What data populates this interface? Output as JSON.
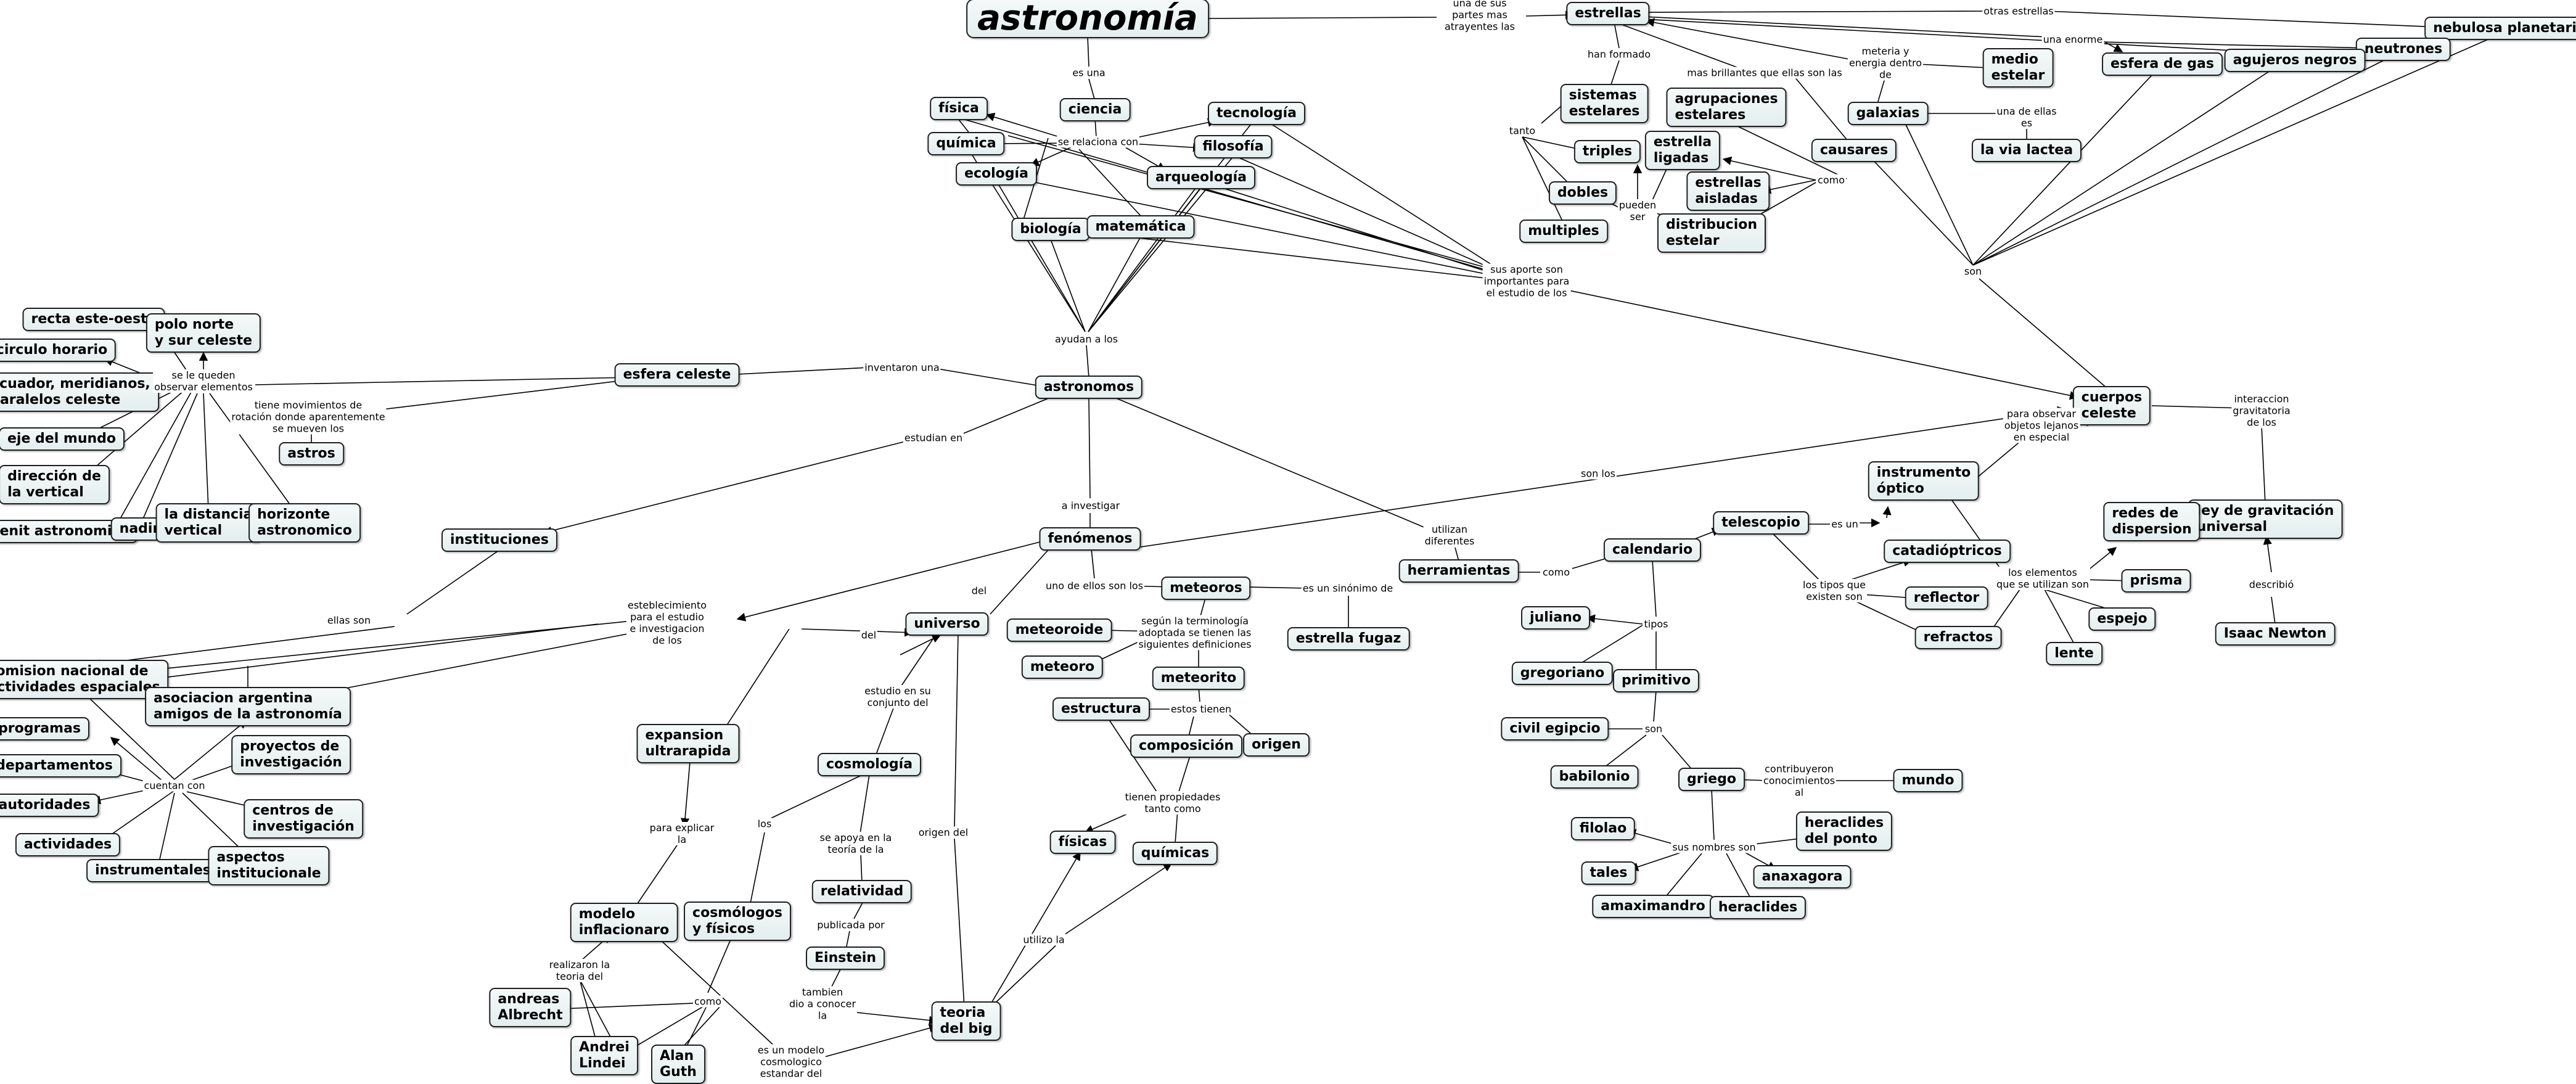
{
  "nodes": [
    {
      "id": "astronomia",
      "text": "astronomía",
      "title": true
    },
    {
      "id": "estrellas",
      "text": "estrellas"
    },
    {
      "id": "nebulosa",
      "text": "nebulosa planetaria"
    },
    {
      "id": "neutrones",
      "text": "neutrones"
    },
    {
      "id": "agujeros",
      "text": "agujeros negros"
    },
    {
      "id": "esferagas",
      "text": "esfera de gas"
    },
    {
      "id": "medio",
      "text": "medio\nestelar"
    },
    {
      "id": "galaxias",
      "text": "galaxias"
    },
    {
      "id": "lactea",
      "text": "la via lactea"
    },
    {
      "id": "causares",
      "text": "causares"
    },
    {
      "id": "sistemas",
      "text": "sistemas\nestelares"
    },
    {
      "id": "agrupaciones",
      "text": "agrupaciones\nestelares"
    },
    {
      "id": "triples",
      "text": "triples"
    },
    {
      "id": "ligadas",
      "text": "estrella\nligadas"
    },
    {
      "id": "dobles",
      "text": "dobles"
    },
    {
      "id": "aisladas",
      "text": "estrellas\naisladas"
    },
    {
      "id": "multiples",
      "text": "multiples"
    },
    {
      "id": "distribucion",
      "text": "distribucion\nestelar"
    },
    {
      "id": "fisica",
      "text": "física"
    },
    {
      "id": "ciencia",
      "text": "ciencia"
    },
    {
      "id": "tecnologia",
      "text": "tecnología"
    },
    {
      "id": "quimica",
      "text": "química"
    },
    {
      "id": "filosofia",
      "text": "filosofía"
    },
    {
      "id": "ecologia",
      "text": "ecología"
    },
    {
      "id": "arqueologia",
      "text": "arqueología"
    },
    {
      "id": "biologia",
      "text": "biología"
    },
    {
      "id": "matematica",
      "text": "matemática"
    },
    {
      "id": "astronomos",
      "text": "astronomos"
    },
    {
      "id": "cuerpos",
      "text": "cuerpos\nceleste"
    },
    {
      "id": "esfera",
      "text": "esfera celeste"
    },
    {
      "id": "recta",
      "text": "recta este-oeste"
    },
    {
      "id": "polo",
      "text": "polo norte\ny sur celeste"
    },
    {
      "id": "circulo",
      "text": "circulo horario"
    },
    {
      "id": "ecuador",
      "text": "ecuador, meridianos,\nparalelos celeste"
    },
    {
      "id": "eje",
      "text": "eje del mundo"
    },
    {
      "id": "direccion",
      "text": "dirección de\nla vertical"
    },
    {
      "id": "astros",
      "text": "astros"
    },
    {
      "id": "cenit",
      "text": "cenit astronomico"
    },
    {
      "id": "nadir",
      "text": "nadir"
    },
    {
      "id": "distancia",
      "text": "la distancia\nvertical"
    },
    {
      "id": "horizonte",
      "text": "horizonte\nastronomico"
    },
    {
      "id": "instituciones",
      "text": "instituciones"
    },
    {
      "id": "fenomenos",
      "text": "fenómenos"
    },
    {
      "id": "instrumento",
      "text": "instrumento\nóptico"
    },
    {
      "id": "telescopio",
      "text": "telescopio"
    },
    {
      "id": "calendario",
      "text": "calendario"
    },
    {
      "id": "herramientas",
      "text": "herramientas"
    },
    {
      "id": "leygrav",
      "text": "ley de gravitación\nuniversal"
    },
    {
      "id": "redes",
      "text": "redes de\ndispersion"
    },
    {
      "id": "catadioptricos",
      "text": "catadióptricos"
    },
    {
      "id": "prisma",
      "text": "prisma"
    },
    {
      "id": "reflector",
      "text": "reflector"
    },
    {
      "id": "espejo",
      "text": "espejo"
    },
    {
      "id": "refractos",
      "text": "refractos"
    },
    {
      "id": "lente",
      "text": "lente"
    },
    {
      "id": "newton",
      "text": "Isaac Newton"
    },
    {
      "id": "juliano",
      "text": "juliano"
    },
    {
      "id": "gregoriano",
      "text": "gregoriano"
    },
    {
      "id": "primitivo",
      "text": "primitivo"
    },
    {
      "id": "egipcio",
      "text": "civil egipcio"
    },
    {
      "id": "babilonio",
      "text": "babilonio"
    },
    {
      "id": "griego",
      "text": "griego"
    },
    {
      "id": "mundo",
      "text": "mundo"
    },
    {
      "id": "filolao",
      "text": "filolao"
    },
    {
      "id": "heraclidesp",
      "text": "heraclides\ndel ponto"
    },
    {
      "id": "tales",
      "text": "tales"
    },
    {
      "id": "anaxagora",
      "text": "anaxagora"
    },
    {
      "id": "amaximandro",
      "text": "amaximandro"
    },
    {
      "id": "heraclides",
      "text": "heraclides"
    },
    {
      "id": "universo",
      "text": "universo"
    },
    {
      "id": "meteoros",
      "text": "meteoros"
    },
    {
      "id": "fugaz",
      "text": "estrella fugaz"
    },
    {
      "id": "meteoroide",
      "text": "meteoroide"
    },
    {
      "id": "meteoro",
      "text": "meteoro"
    },
    {
      "id": "meteorito",
      "text": "meteorito"
    },
    {
      "id": "estructura",
      "text": "estructura"
    },
    {
      "id": "composicion",
      "text": "composición"
    },
    {
      "id": "origen",
      "text": "origen"
    },
    {
      "id": "fisicas",
      "text": "físicas"
    },
    {
      "id": "quimicas",
      "text": "químicas"
    },
    {
      "id": "comision",
      "text": "comision nacional de\nactividades espaciales"
    },
    {
      "id": "asociacion",
      "text": "asociacion argentina\namigos de la astronomía"
    },
    {
      "id": "programas",
      "text": "programas"
    },
    {
      "id": "departamentos",
      "text": "departamentos"
    },
    {
      "id": "proyectos",
      "text": "proyectos de\ninvestigación"
    },
    {
      "id": "autoridades",
      "text": "autoridades"
    },
    {
      "id": "centros",
      "text": "centros de\ninvestigación"
    },
    {
      "id": "actividades",
      "text": "actividades"
    },
    {
      "id": "instrumentales",
      "text": "instrumentales"
    },
    {
      "id": "aspectos",
      "text": "aspectos\ninstitucionale"
    },
    {
      "id": "expansion",
      "text": "expansion\nultrarapida"
    },
    {
      "id": "cosmologia",
      "text": "cosmología"
    },
    {
      "id": "relatividad",
      "text": "relatividad"
    },
    {
      "id": "einstein",
      "text": "Einstein"
    },
    {
      "id": "modelo",
      "text": "modelo\ninflacionaro"
    },
    {
      "id": "cosmologos",
      "text": "cosmólogos\ny físicos"
    },
    {
      "id": "andreas",
      "text": "andreas\nAlbrecht"
    },
    {
      "id": "andrei",
      "text": "Andrei\nLindei"
    },
    {
      "id": "alan",
      "text": "Alan\nGuth"
    },
    {
      "id": "teoria",
      "text": "teoria\ndel big"
    }
  ],
  "labels": [
    {
      "id": "l_aporte",
      "text": "una de sus\npartes mas\natrayentes las"
    },
    {
      "id": "l_esuna",
      "text": "es una"
    },
    {
      "id": "l_otras",
      "text": "otras estrellas"
    },
    {
      "id": "l_enorme",
      "text": "una enorme"
    },
    {
      "id": "l_materia",
      "text": "meteria y\nenergia dentro\nde"
    },
    {
      "id": "l_brillantes",
      "text": "mas brillantes que ellas son las"
    },
    {
      "id": "l_unadeellas",
      "text": "una de ellas\nes"
    },
    {
      "id": "l_hanformado",
      "text": "han formado"
    },
    {
      "id": "l_tanto",
      "text": "tanto"
    },
    {
      "id": "l_pueden",
      "text": "pueden\nser"
    },
    {
      "id": "l_como_est",
      "text": "como"
    },
    {
      "id": "l_son_top",
      "text": "son"
    },
    {
      "id": "l_relaciona",
      "text": "se relaciona con"
    },
    {
      "id": "l_susaporte",
      "text": "sus aporte son\nimportantes para\nel estudio de los"
    },
    {
      "id": "l_ayudan",
      "text": "ayudan a los"
    },
    {
      "id": "l_inventaron",
      "text": "inventaron una"
    },
    {
      "id": "l_observar",
      "text": "se le queden\nobservar elementos"
    },
    {
      "id": "l_tienemov",
      "text": "tiene movimientos de\nrotación donde aparentemente\nse mueven los"
    },
    {
      "id": "l_estudian",
      "text": "estudian en"
    },
    {
      "id": "l_sonlos",
      "text": "son los"
    },
    {
      "id": "l_interaccion",
      "text": "interaccion\ngravitatoria\nde los"
    },
    {
      "id": "l_paraobservar",
      "text": "para observar\nobjetos lejanos\nen especial"
    },
    {
      "id": "l_utilizan",
      "text": "utilizan\ndiferentes"
    },
    {
      "id": "l_ainvestigar",
      "text": "a investigar"
    },
    {
      "id": "l_esun",
      "text": "es un"
    },
    {
      "id": "l_como_herr",
      "text": "como"
    },
    {
      "id": "l_tipos_son",
      "text": "los tipos que\nexisten son"
    },
    {
      "id": "l_elementos",
      "text": "los elementos\nque se utilizan son"
    },
    {
      "id": "l_describio",
      "text": "describió"
    },
    {
      "id": "l_tipos",
      "text": "tipos"
    },
    {
      "id": "l_son_cal",
      "text": "son"
    },
    {
      "id": "l_contribuyeron",
      "text": "contribuyeron\nconocimientos\nal"
    },
    {
      "id": "l_susnombres",
      "text": "sus nombres son"
    },
    {
      "id": "l_ellasson",
      "text": "ellas son"
    },
    {
      "id": "l_establecimiento",
      "text": "esteblecimiento\npara el estudio\ne investigacion\nde los"
    },
    {
      "id": "l_del1",
      "text": "del"
    },
    {
      "id": "l_del2",
      "text": "del"
    },
    {
      "id": "l_unodeellos",
      "text": "uno de ellos son los"
    },
    {
      "id": "l_sinonimo",
      "text": "es un sinónimo de"
    },
    {
      "id": "l_terminologia",
      "text": "según la terminología\nadoptada se tienen las\nsiguientes definiciones"
    },
    {
      "id": "l_estostienen",
      "text": "estos tienen"
    },
    {
      "id": "l_propiedades",
      "text": "tienen propiedades\ntanto como"
    },
    {
      "id": "l_estudioconj",
      "text": "estudio en su\nconjunto del"
    },
    {
      "id": "l_cuentan",
      "text": "cuentan con"
    },
    {
      "id": "l_paraexplicar",
      "text": "para explicar\nla"
    },
    {
      "id": "l_los",
      "text": "los"
    },
    {
      "id": "l_seapoya",
      "text": "se apoya en la\nteoría de la"
    },
    {
      "id": "l_publicada",
      "text": "publicada por"
    },
    {
      "id": "l_tambien",
      "text": "tambien\ndio a conocer\nla"
    },
    {
      "id": "l_origendel",
      "text": "origen del"
    },
    {
      "id": "l_utilizo",
      "text": "utilizo la"
    },
    {
      "id": "l_realizaron",
      "text": "realizaron la\nteoria del"
    },
    {
      "id": "l_como_mod",
      "text": "como"
    },
    {
      "id": "l_esunmodelo",
      "text": "es un modelo\ncosmologico\nestandar del"
    }
  ]
}
